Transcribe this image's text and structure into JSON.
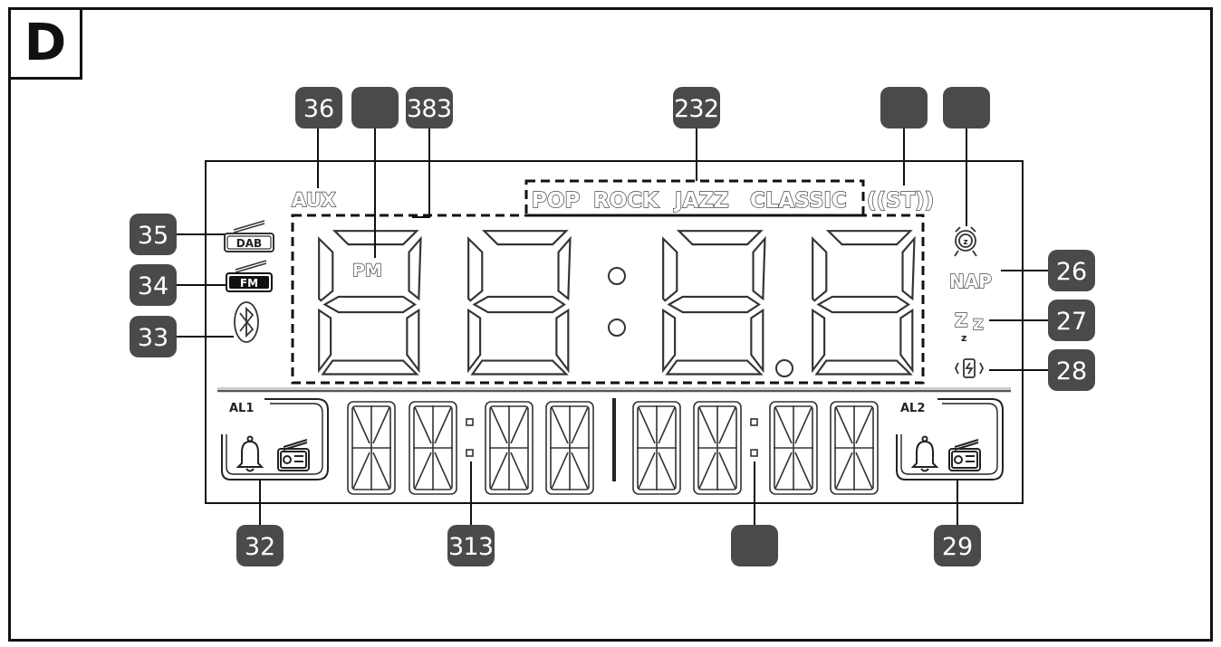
{
  "panel": {
    "letter": "D"
  },
  "lcd": {
    "aux": "AUX",
    "pm": "PM",
    "genres": [
      "POP",
      "ROCK",
      "JAZZ",
      "CLASSIC"
    ],
    "stereo": "((ST))",
    "dab": "DAB",
    "fm": "FM",
    "nap": "NAP",
    "al1": "AL1",
    "al2": "AL2",
    "sleep_big": "Z",
    "sleep_small": "Z",
    "sleep_tiny": "z"
  },
  "callouts": {
    "c36": "36",
    "c37": "",
    "c38": "383",
    "c23": "232",
    "c24": "",
    "c25": "",
    "c35": "35",
    "c34": "34",
    "c33": "33",
    "c26": "26",
    "c27": "27",
    "c28": "28",
    "c32": "32",
    "c31": "313",
    "c30": "",
    "c29": "29"
  },
  "colors": {
    "badge": "#4a4a4a",
    "line": "#111111",
    "segment": "#333333"
  }
}
